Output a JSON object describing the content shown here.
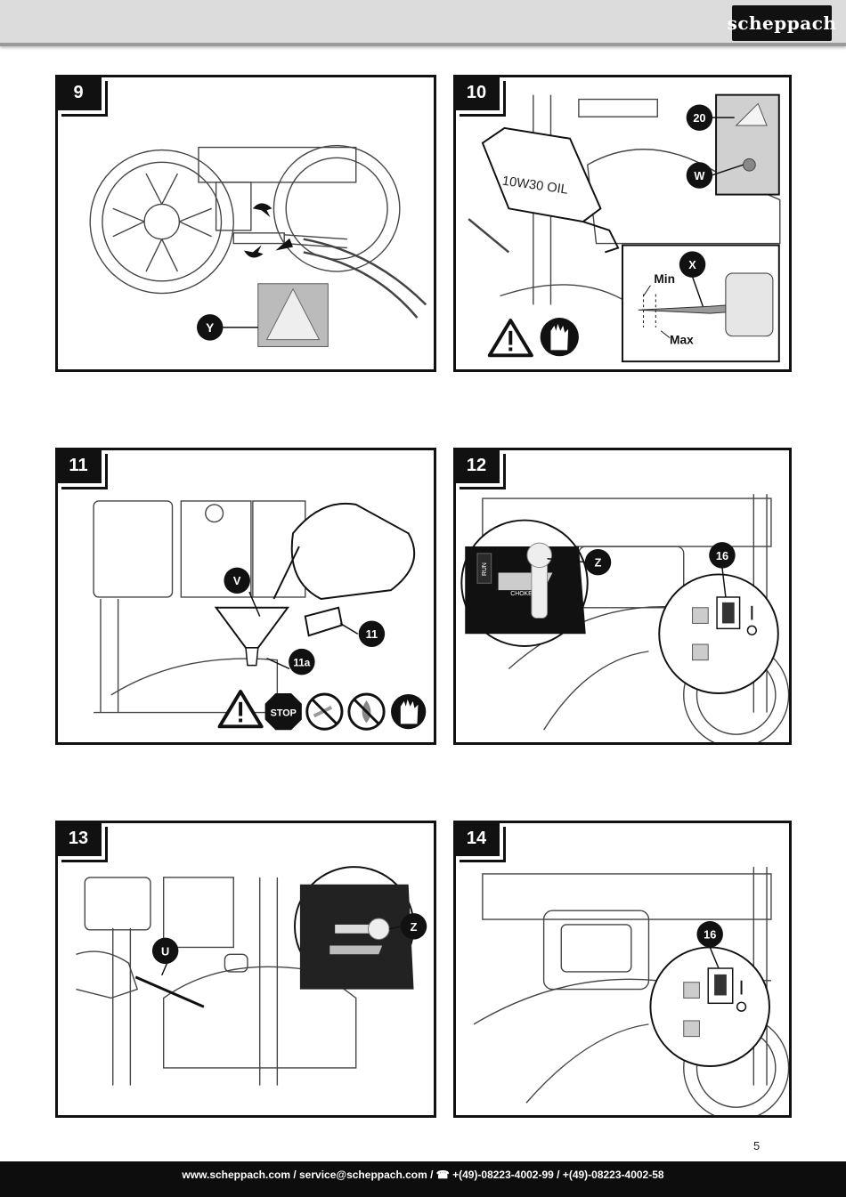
{
  "header": {
    "brand": "scheppach"
  },
  "figures": [
    {
      "number": "9",
      "labels": [
        "Y"
      ]
    },
    {
      "number": "10",
      "labels": [
        "20",
        "W",
        "X",
        "10W30 OIL",
        "Min",
        "Max"
      ]
    },
    {
      "number": "11",
      "labels": [
        "V",
        "11",
        "11a",
        "STOP"
      ]
    },
    {
      "number": "12",
      "labels": [
        "Z",
        "16",
        "CHOKE",
        "RUN"
      ]
    },
    {
      "number": "13",
      "labels": [
        "U",
        "Z"
      ]
    },
    {
      "number": "14",
      "labels": [
        "16"
      ]
    }
  ],
  "page_number": "5",
  "footer": {
    "contact": "www.scheppach.com / service@scheppach.com / ☎ +(49)-08223-4002-99 / +(49)-08223-4002-58"
  }
}
